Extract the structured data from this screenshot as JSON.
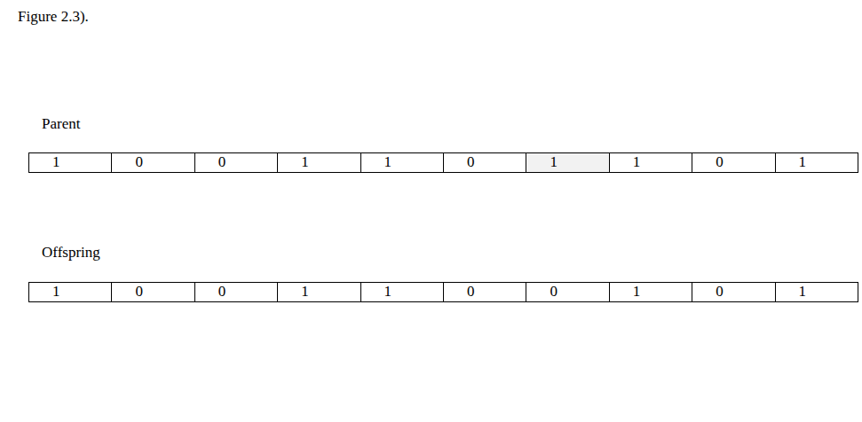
{
  "diagram": {
    "nodes": [
      {
        "text": [
          "1"
        ]
      },
      {
        "text": [
          "0"
        ]
      },
      {
        "text": [
          "0"
        ]
      },
      {
        "text": [
          "1"
        ]
      },
      {
        "text": [
          "1"
        ]
      },
      {
        "text": [
          "0"
        ]
      },
      {
        "text": [
          "1"
        ]
      },
      {
        "text": [
          "1"
        ]
      },
      {
        "text": [
          "0"
        ]
      },
      {
        "text": [
          "1"
        ]
      },
      {
        "text": [
          "1"
        ]
      },
      {
        "text": [
          "0"
        ]
      },
      {
        "text": [
          "0"
        ]
      },
      {
        "text": [
          "1"
        ]
      },
      {
        "text": [
          "1"
        ]
      },
      {
        "text": [
          "0"
        ]
      },
      {
        "text": [
          "0"
        ]
      },
      {
        "text": [
          "1"
        ]
      },
      {
        "text": [
          "0"
        ]
      },
      {
        "text": [
          "1"
        ]
      }
    ],
    "labels": [
      "Figure 2.3).",
      "Parent",
      "Offspring"
    ]
  }
}
